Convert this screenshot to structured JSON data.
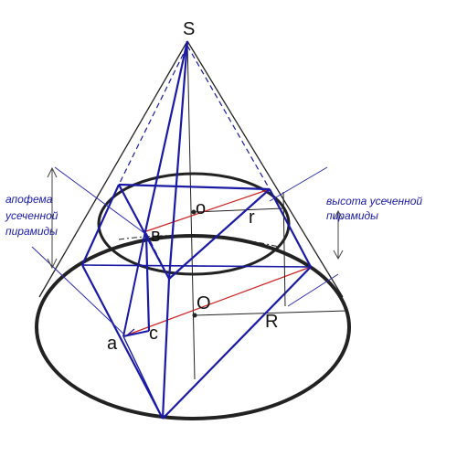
{
  "diagram": {
    "labels": {
      "apex": "S",
      "top_center": "o",
      "top_radius": "r",
      "bottom_center": "O",
      "bottom_radius": "R",
      "point_v": "в",
      "point_a": "a",
      "point_c": "c"
    },
    "annotations": {
      "apothem": [
        "апофема",
        "усеченной",
        "пирамиды"
      ],
      "height": [
        "высота усеченной",
        "пирамиды"
      ]
    },
    "colors": {
      "cone": "#222222",
      "pyramid": "#1a1aa6",
      "radius": "#cc2222",
      "guide": "#2b2bb0"
    }
  }
}
